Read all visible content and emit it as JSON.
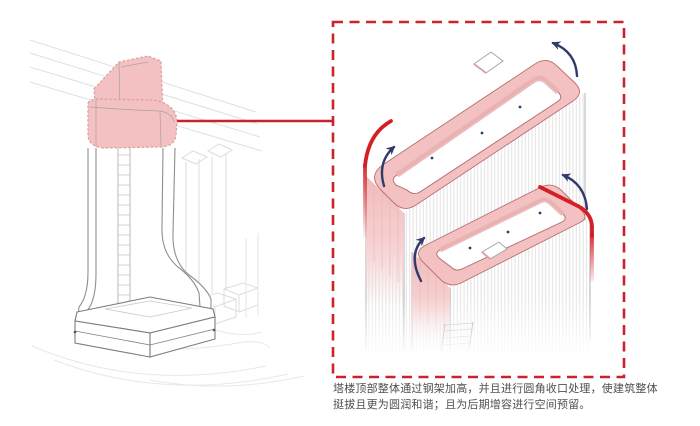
{
  "colors": {
    "accent_red": "#c8232e",
    "deep_red": "#d31f26",
    "highlight_pink": "#f3c1c1",
    "arrow_navy": "#323a6d",
    "caption_gray": "#4f4f4f"
  },
  "overview": {
    "name": "tower-axonometric-overview",
    "highlight_name": "tower-crown-highlight"
  },
  "detail": {
    "name": "tower-crown-detail",
    "icons": [
      "curl-arrow-icon",
      "roof-marker-dot",
      "red-corner-edge"
    ]
  },
  "caption": {
    "text": "塔楼顶部整体通过钢架加高，并且进行圆角收口处理，使建筑整体挺拔且更为圆润和谐；且为后期增容进行空间预留。"
  }
}
